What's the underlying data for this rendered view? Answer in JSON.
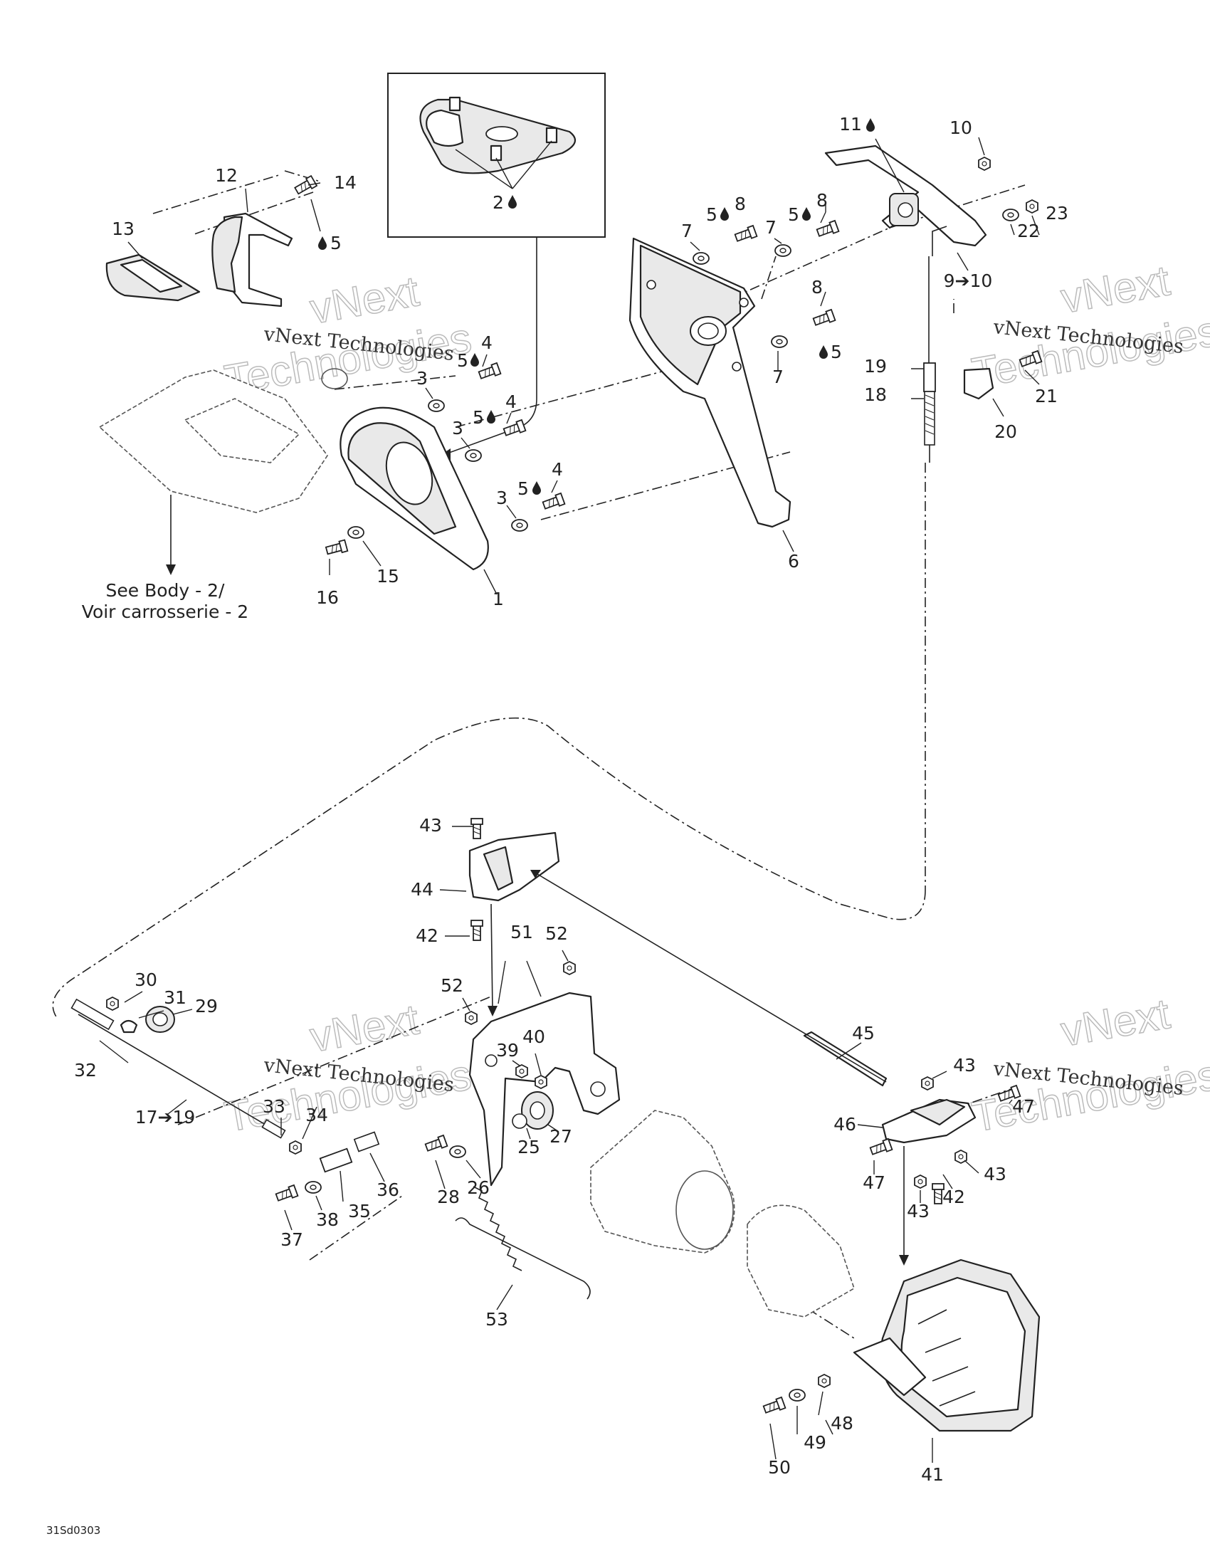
{
  "diagram": {
    "figure_code": "31Sd0303",
    "note_line1": "See Body - 2/",
    "note_line2": "Voir carrosserie - 2",
    "watermark_line1": "vNext Technologies",
    "watermark_line2": "vNext",
    "watermark_line3": "Technologies",
    "callouts": [
      "1",
      "2",
      "3",
      "3",
      "3",
      "4",
      "4",
      "4",
      "5",
      "5",
      "5",
      "5",
      "5",
      "5",
      "6",
      "7",
      "7",
      "7",
      "8",
      "8",
      "8",
      "9➔10",
      "10",
      "11",
      "12",
      "13",
      "14",
      "15",
      "16",
      "17➔19",
      "18",
      "19",
      "20",
      "21",
      "22",
      "23",
      "25",
      "26",
      "27",
      "28",
      "29",
      "30",
      "31",
      "32",
      "33",
      "34",
      "35",
      "36",
      "37",
      "38",
      "39",
      "40",
      "41",
      "42",
      "42",
      "43",
      "43",
      "43",
      "43",
      "44",
      "45",
      "46",
      "47",
      "47",
      "48",
      "49",
      "50",
      "51",
      "52",
      "52",
      "53"
    ]
  }
}
